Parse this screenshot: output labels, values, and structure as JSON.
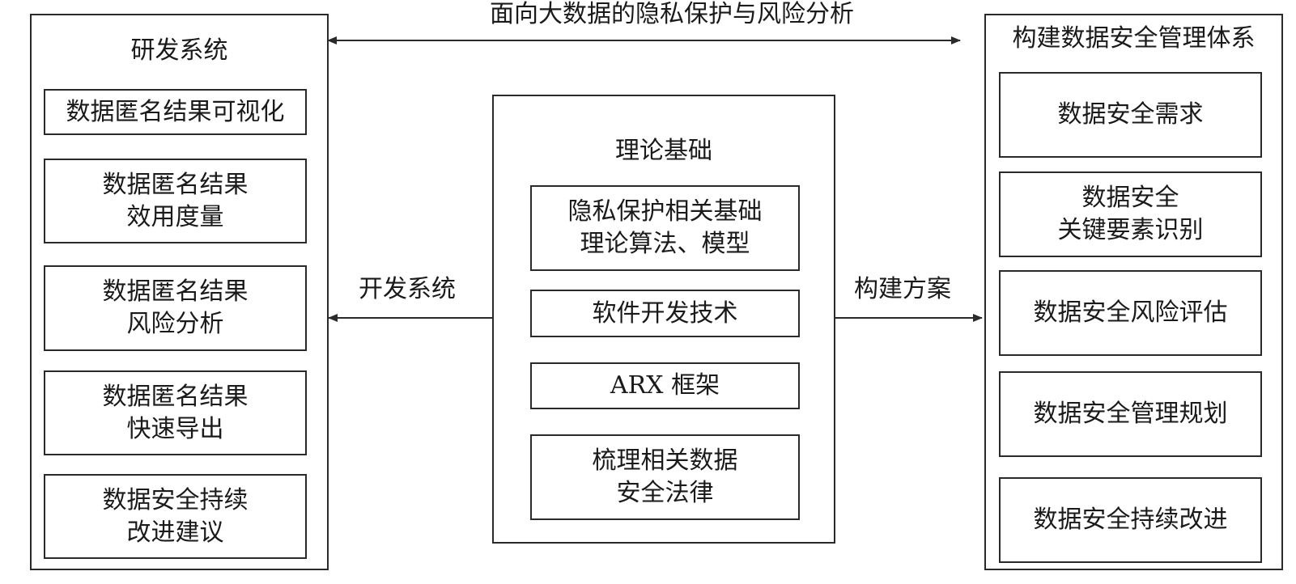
{
  "top_connector": {
    "label": "面向大数据的隐私保护与风险分析"
  },
  "left_connector": {
    "label": "开发系统"
  },
  "right_connector": {
    "label": "构建方案"
  },
  "left_panel": {
    "title": "研发系统",
    "items": [
      "数据匿名结果可视化",
      "数据匿名结果\n效用度量",
      "数据匿名结果\n风险分析",
      "数据匿名结果\n快速导出",
      "数据安全持续\n改进建议"
    ]
  },
  "center_panel": {
    "title": "理论基础",
    "items": [
      "隐私保护相关基础\n理论算法、模型",
      "软件开发技术",
      "ARX 框架",
      "梳理相关数据\n安全法律"
    ]
  },
  "right_panel": {
    "title": "构建数据安全管理体系",
    "items": [
      "数据安全需求",
      "数据安全\n关键要素识别",
      "数据安全风险评估",
      "数据安全管理规划",
      "数据安全持续改进"
    ]
  }
}
